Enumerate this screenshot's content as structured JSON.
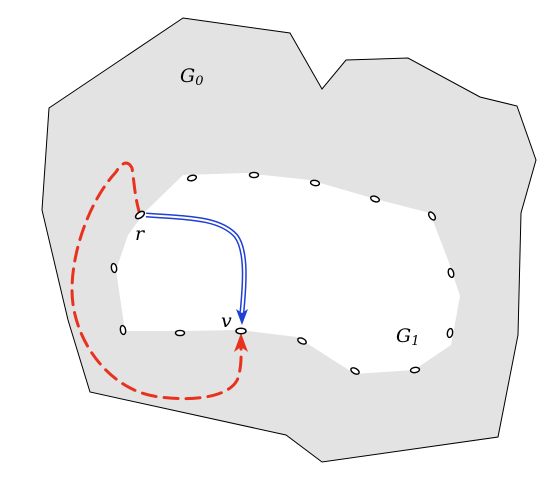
{
  "labels": {
    "outer_region": "G",
    "outer_region_sub": "0",
    "inner_region": "G",
    "inner_region_sub": "1",
    "vertex_r": "r",
    "vertex_v": "v"
  },
  "colors": {
    "region_fill": "#e3e3e3",
    "region_stroke": "#000000",
    "hole_fill": "#ffffff",
    "blue_path": "#1f3fd6",
    "red_path": "#e8321e"
  }
}
